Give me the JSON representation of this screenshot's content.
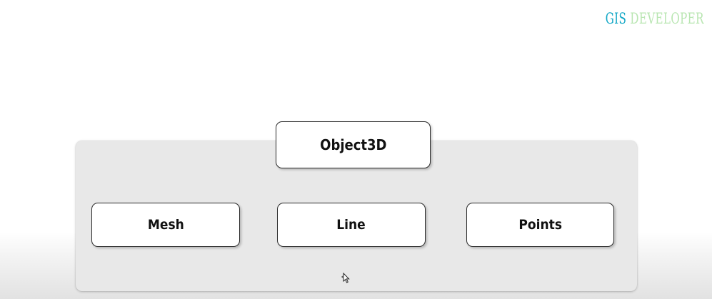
{
  "brand": {
    "part1": "GIS",
    "part2": "DEVELOPER"
  },
  "diagram": {
    "root": {
      "label": "Object3D"
    },
    "children": [
      {
        "label": "Mesh"
      },
      {
        "label": "Line"
      },
      {
        "label": "Points"
      }
    ]
  },
  "icons": {
    "cursor": "move-cursor-icon"
  },
  "colors": {
    "brand_gis": "#12a7c6",
    "brand_developer": "#b9e6b2",
    "panel": "#e8e8e8",
    "node_border": "#2b2b2b"
  }
}
